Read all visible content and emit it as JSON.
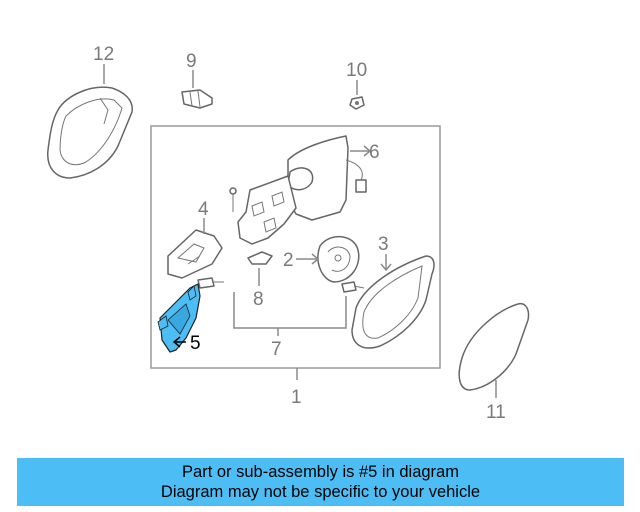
{
  "diagram": {
    "callouts": [
      {
        "id": "1",
        "label": "1"
      },
      {
        "id": "2",
        "label": "2"
      },
      {
        "id": "3",
        "label": "3"
      },
      {
        "id": "4",
        "label": "4"
      },
      {
        "id": "5",
        "label": "5"
      },
      {
        "id": "6",
        "label": "6"
      },
      {
        "id": "7",
        "label": "7"
      },
      {
        "id": "8",
        "label": "8"
      },
      {
        "id": "9",
        "label": "9"
      },
      {
        "id": "10",
        "label": "10"
      },
      {
        "id": "11",
        "label": "11"
      },
      {
        "id": "12",
        "label": "12"
      }
    ],
    "highlighted_part": "5",
    "highlight_color": "#4dbef5"
  },
  "banner": {
    "line1": "Part or sub-assembly is #5 in diagram",
    "line2": "Diagram may not be specific to your vehicle",
    "background": "#4dbef5"
  }
}
